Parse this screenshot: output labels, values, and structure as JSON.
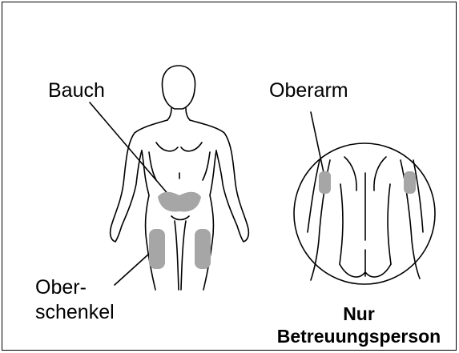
{
  "labels": {
    "abdomen": "Bauch",
    "upper_arm": "Oberarm",
    "thigh_line1": "Ober-",
    "thigh_line2": "schenkel",
    "caregiver_line1": "Nur",
    "caregiver_line2": "Betreuungsperson"
  },
  "colors": {
    "injection_site": "#a6a6a6",
    "outline": "#000000",
    "background": "#ffffff"
  }
}
